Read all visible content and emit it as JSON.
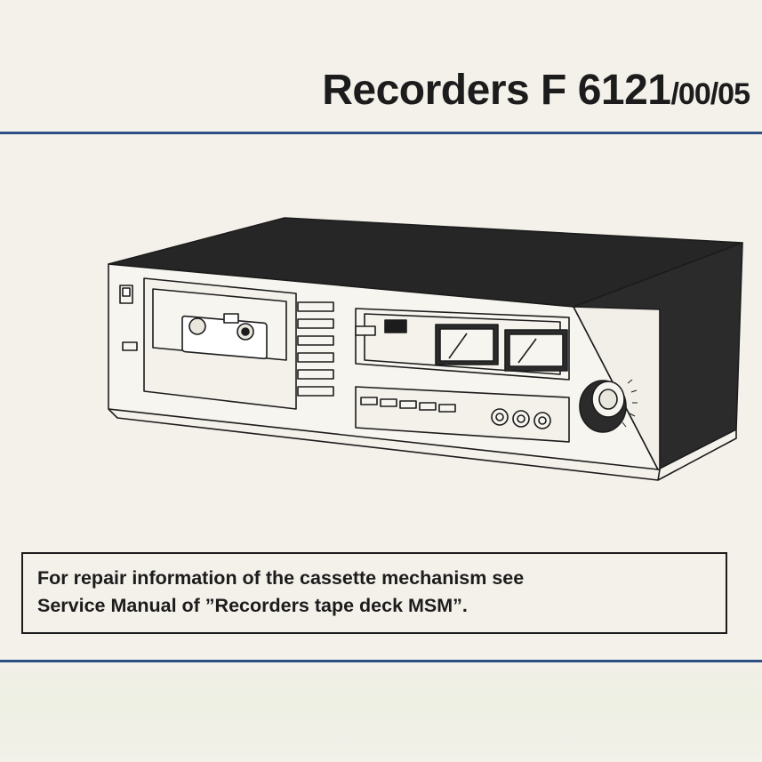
{
  "document": {
    "title_main": "Recorders F 6121",
    "title_suffix": "/00/05",
    "notice": {
      "line1": "For repair information of the cassette mechanism see",
      "line2": "Service Manual  of ”Recorders tape deck MSM”."
    },
    "colors": {
      "rule": "#2e4f83",
      "paper": "#f4f1ea",
      "ink": "#1c1c1c",
      "deck_top": "#262626"
    },
    "illustration_subject": "cassette-deck-line-drawing"
  }
}
